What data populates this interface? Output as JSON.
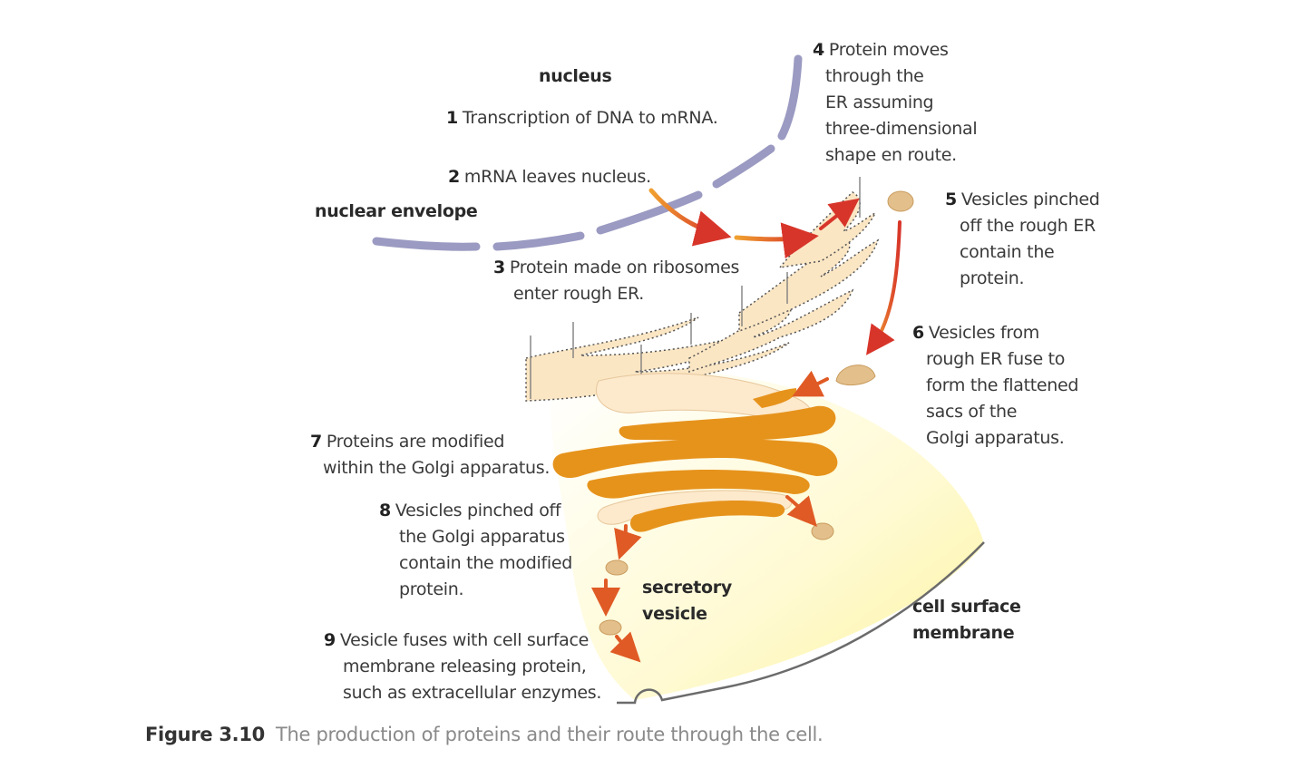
{
  "structure_labels": {
    "nucleus": "nucleus",
    "nuclear_envelope": "nuclear envelope",
    "secretory_vesicle": [
      "secretory",
      "vesicle"
    ],
    "cell_surface_membrane": [
      "cell surface",
      "membrane"
    ]
  },
  "steps": [
    {
      "num": "1",
      "lines": [
        "Transcription of DNA to mRNA."
      ]
    },
    {
      "num": "2",
      "lines": [
        "mRNA leaves nucleus."
      ]
    },
    {
      "num": "3",
      "lines": [
        "Protein made on ribosomes",
        "enter rough ER."
      ]
    },
    {
      "num": "4",
      "lines": [
        "Protein moves",
        "through the",
        "ER assuming",
        "three-dimensional",
        "shape en route."
      ]
    },
    {
      "num": "5",
      "lines": [
        "Vesicles pinched",
        "off the rough ER",
        "contain the",
        "protein."
      ]
    },
    {
      "num": "6",
      "lines": [
        "Vesicles from",
        "rough ER fuse to",
        "form the flattened",
        "sacs of the",
        "Golgi apparatus."
      ]
    },
    {
      "num": "7",
      "lines": [
        "Proteins are modified",
        "within the Golgi apparatus."
      ]
    },
    {
      "num": "8",
      "lines": [
        "Vesicles pinched off",
        "the Golgi apparatus",
        "contain the modified",
        "protein."
      ]
    },
    {
      "num": "9",
      "lines": [
        "Vesicle fuses with cell surface",
        "membrane releasing protein,",
        "such as extracellular enzymes."
      ]
    }
  ],
  "caption": {
    "figure": "Figure 3.10",
    "text": "The production of proteins and their route through the cell."
  },
  "colors": {
    "nuclear_envelope": "#9a9ac2",
    "er_fill": "#fbe6c4",
    "golgi": "#e6931c",
    "vesicle": "#e3bf8c",
    "arrow": "#d94a2a",
    "cytoplasm_glow": "#fff7b0"
  }
}
